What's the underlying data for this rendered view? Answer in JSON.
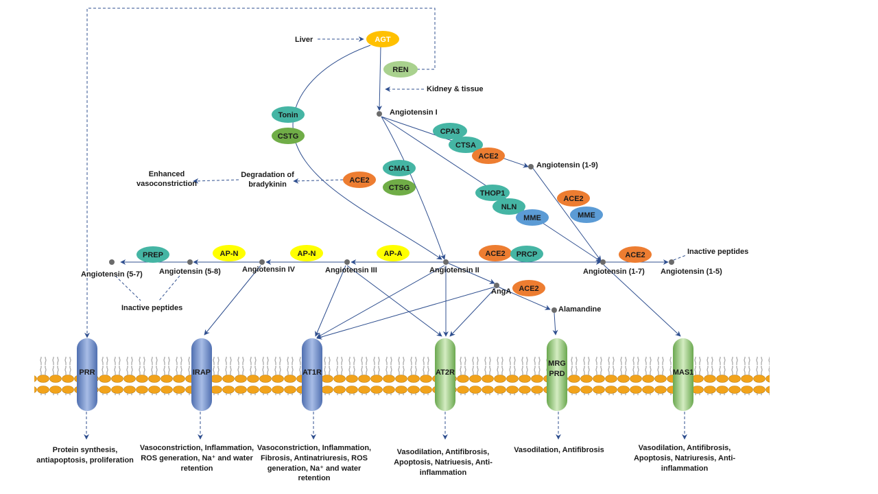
{
  "sources": {
    "liver": "Liver",
    "kidney": "Kidney & tissue"
  },
  "enzymes": {
    "agt": "AGT",
    "ren": "REN",
    "tonin": "Tonin",
    "cstg_top": "CSTG",
    "cpa3": "CPA3",
    "ctsa": "CTSA",
    "ace2_a": "ACE2",
    "cma1": "CMA1",
    "ctsg": "CTSG",
    "ace2_b": "ACE2",
    "thop1": "THOP1",
    "nln": "NLN",
    "mme_a": "MME",
    "ace2_c": "ACE2",
    "mme_b": "MME",
    "prep": "PREP",
    "apn_1": "AP-N",
    "apn_2": "AP-N",
    "apa": "AP-A",
    "ace2_d": "ACE2",
    "prcp": "PRCP",
    "ace2_e": "ACE2",
    "ace2_f": "ACE2"
  },
  "peptides": {
    "ang1": "Angiotensin  I",
    "ang19": "Angiotensin  (1-9)",
    "ang2": "Angiotensin  II",
    "ang3": "Angiotensin  III",
    "ang4": "Angiotensin  IV",
    "ang58": "Angiotensin  (5-8)",
    "ang57": "Angiotensin  (5-7)",
    "ang17": "Angiotensin  (1-7)",
    "ang15": "Angiotensin  (1-5)",
    "anga": "AngA",
    "alamandine": "Alamandine",
    "inactive_right": "Inactive peptides",
    "inactive_left": "Inactive peptides"
  },
  "bradykinin": {
    "degradation_l1": "Degradation of",
    "degradation_l2": "bradykinin",
    "enhanced_l1": "Enhanced",
    "enhanced_l2": "vasoconstriction"
  },
  "receptors": {
    "prr": "PRR",
    "irap": "IRAP",
    "at1r": "AT1R",
    "at2r": "AT2R",
    "mrgprd_l1": "MRG",
    "mrgprd_l2": "PRD",
    "mas1": "MAS1"
  },
  "effects": {
    "prr": [
      "Protein synthesis,",
      "antiapoptosis,  proliferation"
    ],
    "irap": [
      "Vasoconstriction,  Inflammation,",
      "ROS generation,  Na⁺ and water",
      "retention"
    ],
    "at1r": [
      "Vasoconstriction,  Inflammation,",
      "Fibrosis, Antinatriuresis,  ROS",
      "generation, Na⁺ and water",
      "retention"
    ],
    "at2r": [
      "Vasodilation,  Antifibrosis,",
      "Apoptosis,  Natriuesis, Anti-",
      "inflammation"
    ],
    "mrgprd": [
      "Vasodilation,  Antifibrosis"
    ],
    "mas1": [
      "Vasodilation,  Antifibrosis,",
      "Apoptosis, Natriuresis, Anti-",
      "inflammation"
    ]
  },
  "colors": {
    "agt": "#ffc000",
    "ren": "#a9d18e",
    "teal": "#45b5a4",
    "green_dark": "#70ad47",
    "orange": "#ed7d31",
    "blue": "#5b9bd5",
    "yellow": "#ffff00",
    "membrane_head": "#f2a31b",
    "receptor_blue": "#6f8fc9",
    "receptor_green": "#8fc46a",
    "arrow": "#2f4f8f"
  }
}
